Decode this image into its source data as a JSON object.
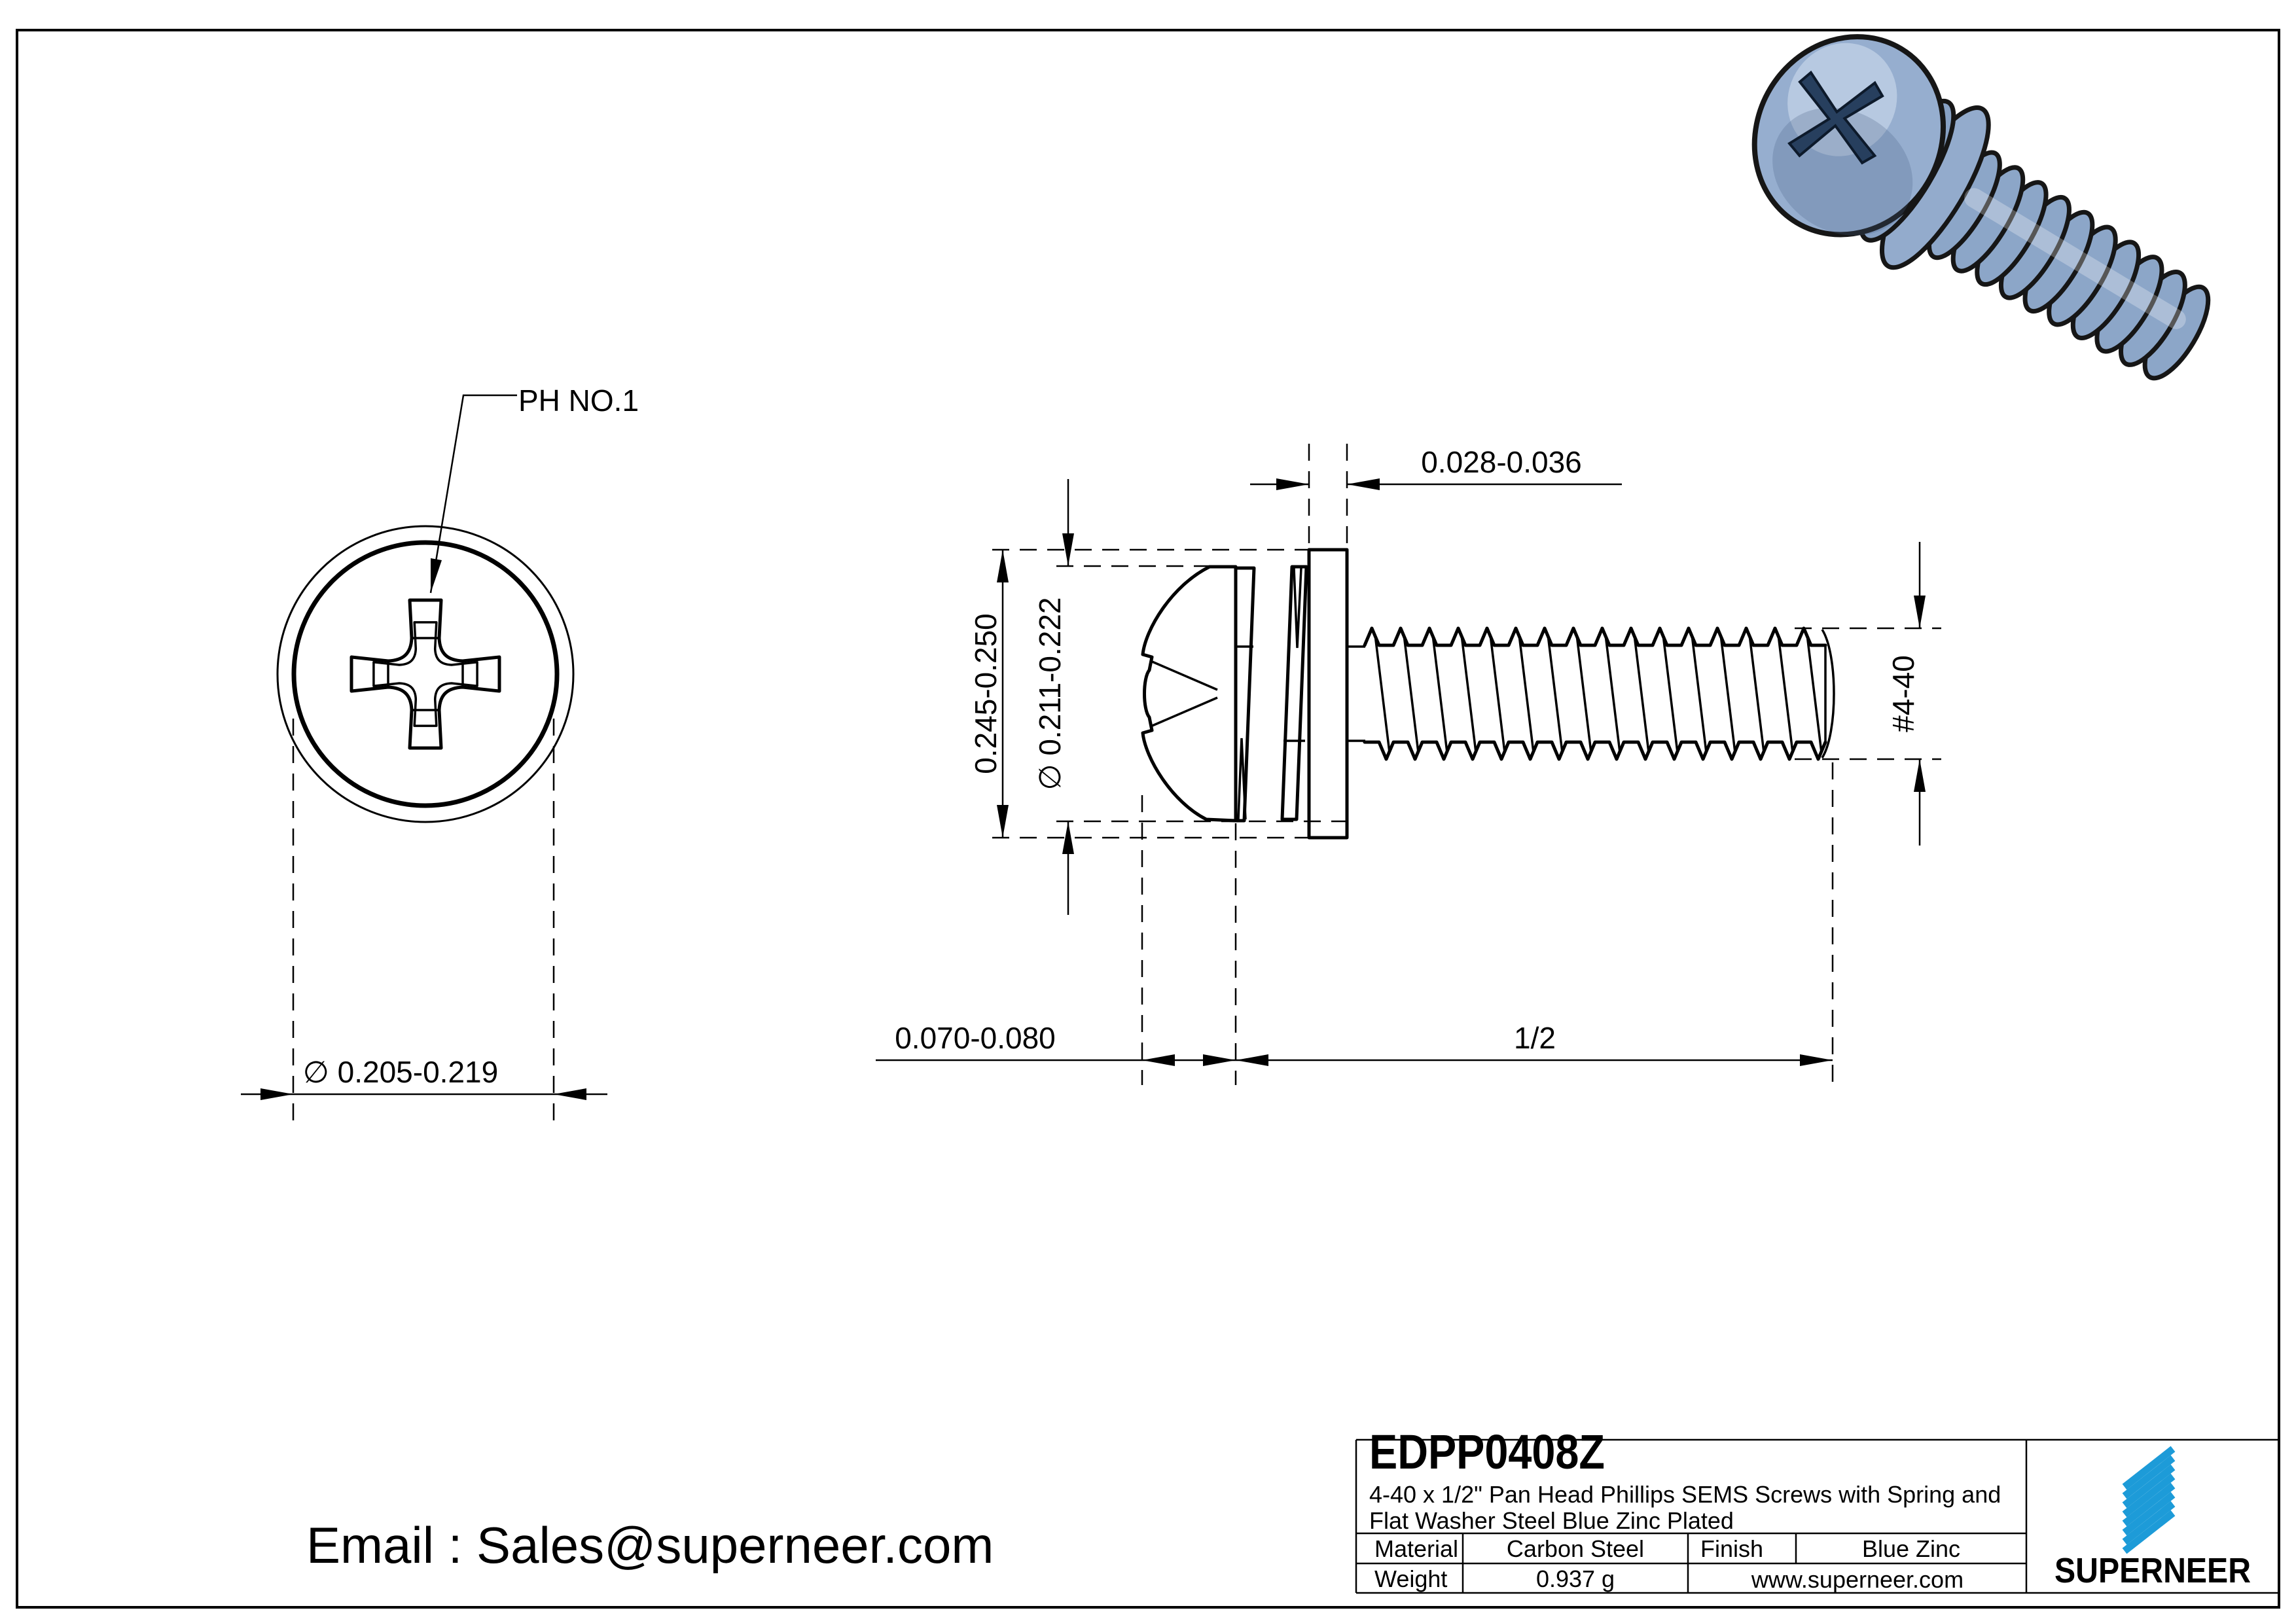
{
  "drawing": {
    "callout_ph": "PH NO.1",
    "front_head_diameter": "∅ 0.205-0.219",
    "washer_thickness": "0.028-0.036",
    "washer_od": "0.245-0.250",
    "spring_washer_od": "∅ 0.211-0.222",
    "head_height": "0.070-0.080",
    "thread_length": "1/2",
    "thread_spec": "#4-40"
  },
  "footer": {
    "email": "Email : Sales@superneer.com"
  },
  "title_block": {
    "part_number": "EDPP0408Z",
    "description_line1": "4-40 x 1/2\" Pan Head Phillips SEMS Screws with Spring and",
    "description_line2": "Flat Washer Steel Blue Zinc Plated",
    "material_label": "Material",
    "material_value": "Carbon Steel",
    "finish_label": "Finish",
    "finish_value": "Blue Zinc",
    "weight_label": "Weight",
    "weight_value": "0.937 g",
    "website": "www.superneer.com",
    "brand": "SUPERNEER"
  },
  "colors": {
    "line": "#000000",
    "accent_blue": "#1d9bd8",
    "link_blue": "#2e7fd0",
    "screw_body": "#8ca6c8",
    "screw_highlight": "#c4d4e8",
    "screw_recess": "#273f5e"
  }
}
